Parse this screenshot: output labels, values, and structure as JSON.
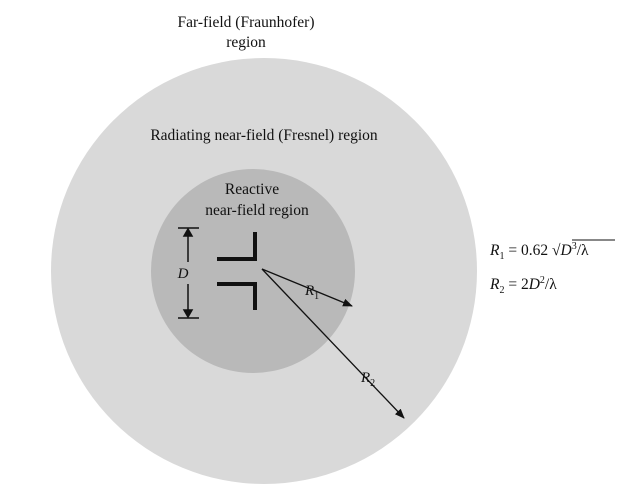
{
  "diagram": {
    "colors": {
      "background": "#ffffff",
      "far_field": "#ffffff",
      "radiating_near_field": "#d9d9d9",
      "reactive_near_field": "#b9b9b9",
      "ink": "#111111"
    },
    "labels": {
      "far_field_line1": "Far-field (Fraunhofer)",
      "far_field_line2": "region",
      "radiating_near_field": "Radiating near-field (Fresnel) region",
      "reactive_line1": "Reactive",
      "reactive_line2": "near-field region",
      "dimension": "D",
      "r1_symbol": "R",
      "r1_sub": "1",
      "r2_symbol": "R",
      "r2_sub": "2"
    },
    "equations": {
      "r1": {
        "lhs_symbol": "R",
        "lhs_sub": "1",
        "equals": " = 0.62 ",
        "radical": "√",
        "radicand_base": "D",
        "radicand_exp": "3",
        "radicand_tail": "/λ"
      },
      "r2": {
        "lhs_symbol": "R",
        "lhs_sub": "2",
        "equals": " = 2",
        "base": "D",
        "exp": "2",
        "tail": "/λ"
      }
    }
  }
}
